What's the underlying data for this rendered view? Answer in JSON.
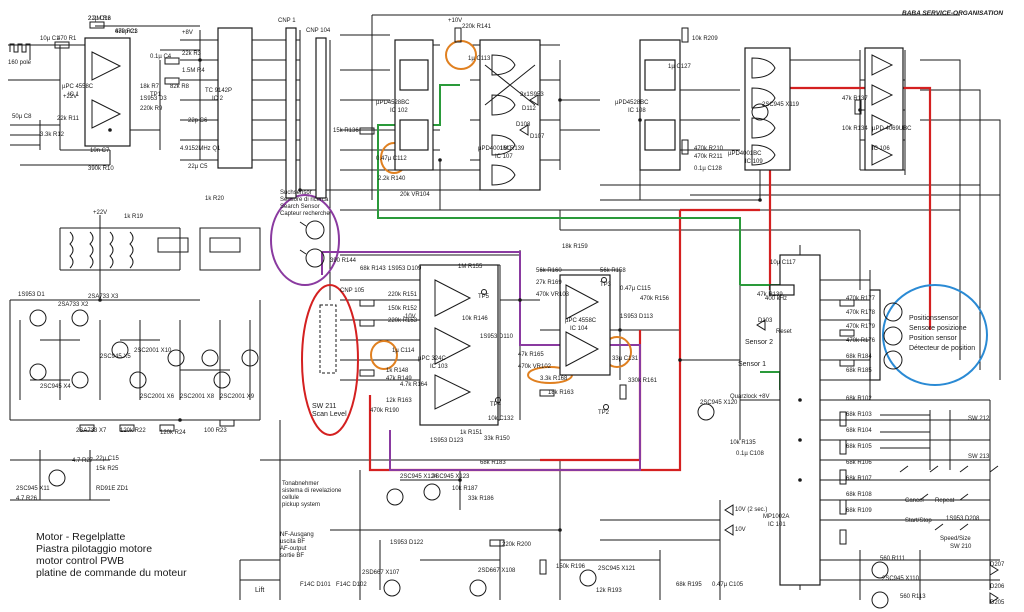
{
  "header": {
    "brand": "BABA SERVICE-ORGANISATION"
  },
  "highlight_colors": {
    "red": "#d42020",
    "green": "#2a9a3a",
    "purple": "#8a3aa0",
    "orange": "#e08020",
    "blue": "#2a8ad4"
  },
  "board_title": {
    "line1": "Motor - Regelplatte",
    "line2": "Piastra pilotaggio motore",
    "line3": "motor control PWB",
    "line4": "platine de commande du moteur"
  },
  "ics": {
    "ic1": {
      "type": "µPC 4558C",
      "ref": "IC 1"
    },
    "ic2": {
      "type": "TC 9142P",
      "ref": "IC 2"
    },
    "ic102": {
      "type": "µPD4528BC",
      "ref": "IC 102"
    },
    "ic107": {
      "type": "µPD4001BC",
      "ref": "IC 107"
    },
    "ic108": {
      "type": "µPD4528BC",
      "ref": "IC 108"
    },
    "ic109": {
      "type": "µPD4001BC",
      "ref": "IC 109"
    },
    "ic106": {
      "type": "µPD 4069UBC",
      "ref": "IC 106"
    },
    "ic103": {
      "type": "µPC 324C",
      "ref": "IC 103"
    },
    "ic104": {
      "type": "µPC 4558C",
      "ref": "IC 104"
    },
    "ic101": {
      "type": "MP1002A",
      "ref": "IC 101"
    }
  },
  "connectors": {
    "cnp1": "CNP 1",
    "cnp104": "CNP 104",
    "cnp105": "CNP 105"
  },
  "sensor_labels": {
    "search_de": "Suchsensor",
    "search_it": "Sensore di ricerca",
    "search_en": "Search Sensor",
    "search_fr": "Capteur recherche",
    "pos_de": "Positionssensor",
    "pos_it": "Sensore posizione",
    "pos_en": "Position sensor",
    "pos_fr": "Détecteur de position",
    "sensor1": "Sensor 1",
    "sensor2": "Sensor 2"
  },
  "pickup_labels": {
    "de": "Tonabnehmer",
    "it": "sistema di revelazione",
    "it2": "cellule",
    "en": "pickup system"
  },
  "nf_labels": {
    "de": "NF-Ausgang",
    "it": "uscita BF",
    "en": "AF-output",
    "fr": "sortie BF"
  },
  "misc_labels": {
    "sw211": "SW 211",
    "scan_level": "Scan Level",
    "quartz": "Quarzlock +8V",
    "lift": "Lift",
    "speed": "Speed/Size",
    "sw210": "SW 210",
    "sw212": "SW 212",
    "sw213": "SW 213",
    "cancel": "Cancel",
    "repeat": "Repeat",
    "start_stop": "Start/Stop",
    "pole160": "160 pole",
    "v10_2sec": "10V (2 sec.)",
    "v10": "10V",
    "khz400": "400 kHz",
    "reset": "Reset",
    "tp1": "TP1",
    "tp2": "TP2",
    "tp4": "TP4",
    "tp5": "TP5",
    "tp3": "TP3"
  },
  "supply": {
    "p8": "+8V",
    "p22": "+22V",
    "p10": "+10V",
    "m10": "-10V",
    "m22": "-22V"
  },
  "components": [
    {
      "label": "2.2M R2"
    },
    {
      "label": "680p C3"
    },
    {
      "label": "470 R1"
    },
    {
      "label": "10µ C1"
    },
    {
      "label": "22k R11"
    },
    {
      "label": "50µ C8"
    },
    {
      "label": "3.3k R12"
    },
    {
      "label": "10n C7"
    },
    {
      "label": "390k R10"
    },
    {
      "label": "0.1µ C4"
    },
    {
      "label": "22k R3"
    },
    {
      "label": "1.5M R4"
    },
    {
      "label": "18k R7"
    },
    {
      "label": "82k R8"
    },
    {
      "label": "1S953 D3"
    },
    {
      "label": "220k R9"
    },
    {
      "label": "22p C6"
    },
    {
      "label": "4.9152MHz Q1"
    },
    {
      "label": "22µ C5"
    },
    {
      "label": "1k R20"
    },
    {
      "label": "15k R136"
    },
    {
      "label": "220k R141"
    },
    {
      "label": "1µ C113"
    },
    {
      "label": "3x1S953"
    },
    {
      "label": "D112"
    },
    {
      "label": "D108"
    },
    {
      "label": "D107"
    },
    {
      "label": "1M R139"
    },
    {
      "label": "0.47µ C112"
    },
    {
      "label": "2.2k R140"
    },
    {
      "label": "20k VR104"
    },
    {
      "label": "10k R209"
    },
    {
      "label": "1µ C127"
    },
    {
      "label": "470k R210"
    },
    {
      "label": "470k R211"
    },
    {
      "label": "0.1µ C128"
    },
    {
      "label": "2SC945 X119"
    },
    {
      "label": "47k R137"
    },
    {
      "label": "10k R134"
    },
    {
      "label": "1k R19"
    },
    {
      "label": "390 R144"
    },
    {
      "label": "68k R143"
    },
    {
      "label": "1S953 D109"
    },
    {
      "label": "1M R155"
    },
    {
      "label": "18k R159"
    },
    {
      "label": "56k R160"
    },
    {
      "label": "27k R169"
    },
    {
      "label": "470k VR103"
    },
    {
      "label": "56k R158"
    },
    {
      "label": "0.47µ C115"
    },
    {
      "label": "470k R156"
    },
    {
      "label": "1S953 D113"
    },
    {
      "label": "220k R151"
    },
    {
      "label": "150k R152"
    },
    {
      "label": "220k R153"
    },
    {
      "label": "1µ C114"
    },
    {
      "label": "1k R148"
    },
    {
      "label": "47k R149"
    },
    {
      "label": "10k R146"
    },
    {
      "label": "1S953 D110"
    },
    {
      "label": "47k R165"
    },
    {
      "label": "470k VR102"
    },
    {
      "label": "3.3k R168"
    },
    {
      "label": "33µ C131"
    },
    {
      "label": "18k R163"
    },
    {
      "label": "330k R161"
    },
    {
      "label": "470k R190"
    },
    {
      "label": "12k R163"
    },
    {
      "label": "4.7k R164"
    },
    {
      "label": "10k C132"
    },
    {
      "label": "1S953 D123"
    },
    {
      "label": "1k R151"
    },
    {
      "label": "33k R150"
    },
    {
      "label": "68k R183"
    },
    {
      "label": "10µ C117"
    },
    {
      "label": "47k R139"
    },
    {
      "label": "D103"
    },
    {
      "label": "2SC945 X120"
    },
    {
      "label": "10k R135"
    },
    {
      "label": "0.1µ C108"
    },
    {
      "label": "470k R177"
    },
    {
      "label": "470k R178"
    },
    {
      "label": "470k R179"
    },
    {
      "label": "470k R176"
    },
    {
      "label": "68k R184"
    },
    {
      "label": "68k R185"
    },
    {
      "label": "68k R102"
    },
    {
      "label": "68k R103"
    },
    {
      "label": "68k R104"
    },
    {
      "label": "68k R105"
    },
    {
      "label": "68k R106"
    },
    {
      "label": "68k R107"
    },
    {
      "label": "68k R108"
    },
    {
      "label": "68k R109"
    },
    {
      "label": "2SC945 X124"
    },
    {
      "label": "2SC945 X123"
    },
    {
      "label": "10k R187"
    },
    {
      "label": "33k R186"
    },
    {
      "label": "1S953 D122"
    },
    {
      "label": "2SD667 X107"
    },
    {
      "label": "F14C D101"
    },
    {
      "label": "F14C D102"
    },
    {
      "label": "2SD667 X108"
    },
    {
      "label": "220k R200"
    },
    {
      "label": "150k R196"
    },
    {
      "label": "2SC945 X121"
    },
    {
      "label": "12k R193"
    },
    {
      "label": "68k R195"
    },
    {
      "label": "0.47µ C105"
    },
    {
      "label": "560 R111"
    },
    {
      "label": "2SC945 X110"
    },
    {
      "label": "560 R113"
    },
    {
      "label": "D207"
    },
    {
      "label": "D206"
    },
    {
      "label": "D205"
    },
    {
      "label": "1S953 D208"
    },
    {
      "label": "1S953 D1"
    },
    {
      "label": "2SA733 X3"
    },
    {
      "label": "2SA733 X2"
    },
    {
      "label": "2SC945 X4"
    },
    {
      "label": "2SC945 X5"
    },
    {
      "label": "2SC2001 X6"
    },
    {
      "label": "2SC2001 X8"
    },
    {
      "label": "2SC2001 X9"
    },
    {
      "label": "2SC2001 X10"
    },
    {
      "label": "2SA733 X7"
    },
    {
      "label": "120k R22"
    },
    {
      "label": "120k R24"
    },
    {
      "label": "100 R23"
    },
    {
      "label": "4.7 R27"
    },
    {
      "label": "4.7 R26"
    },
    {
      "label": "2SC945 X11"
    },
    {
      "label": "RD91E ZD1"
    },
    {
      "label": "22µ C15"
    },
    {
      "label": "15k R25"
    },
    {
      "label": "22µ C16"
    },
    {
      "label": "47k R21"
    }
  ]
}
